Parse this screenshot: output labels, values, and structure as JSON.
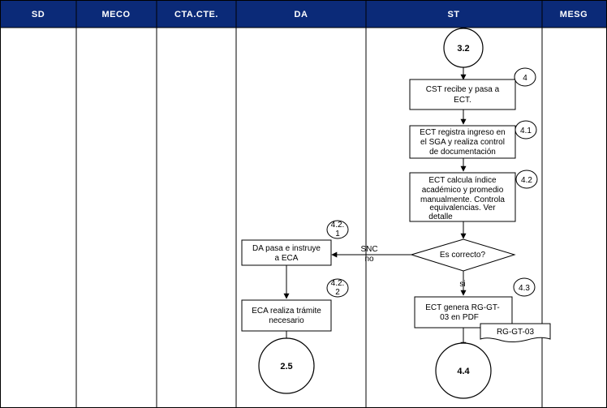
{
  "colors": {
    "header_bg": "#0b2a78",
    "header_text": "#ffffff",
    "lines": "#000000",
    "box_fill": "#ffffff"
  },
  "lanes": [
    "SD",
    "MECO",
    "CTA.CTE.",
    "DA",
    "ST",
    "MESG"
  ],
  "steps": {
    "c32": "3.2",
    "n4": "4",
    "b4": [
      "CST recibe y pasa a",
      "ECT."
    ],
    "n41": "4.1",
    "b41": [
      "ECT registra ingreso en",
      "el SGA y realiza control",
      "de documentación"
    ],
    "n42": "4.2",
    "b42": [
      "ECT calcula índice",
      "académico y promedio",
      "manualmente. Controla",
      "equivalencias. Ver",
      "detalle"
    ],
    "decision": "Es correcto?",
    "no_label": [
      "SNC",
      "no"
    ],
    "si_label": "si",
    "n421": [
      "4.2.",
      "1"
    ],
    "b421": [
      "DA pasa e instruye",
      "a ECA"
    ],
    "n422": [
      "4.2.",
      "2"
    ],
    "b422": [
      "ECA realiza trámite",
      "necesario"
    ],
    "c25": "2.5",
    "n43": "4.3",
    "b43": [
      "ECT genera RG-GT-",
      "03 en PDF"
    ],
    "doc": "RG-GT-03",
    "c44": "4.4"
  }
}
